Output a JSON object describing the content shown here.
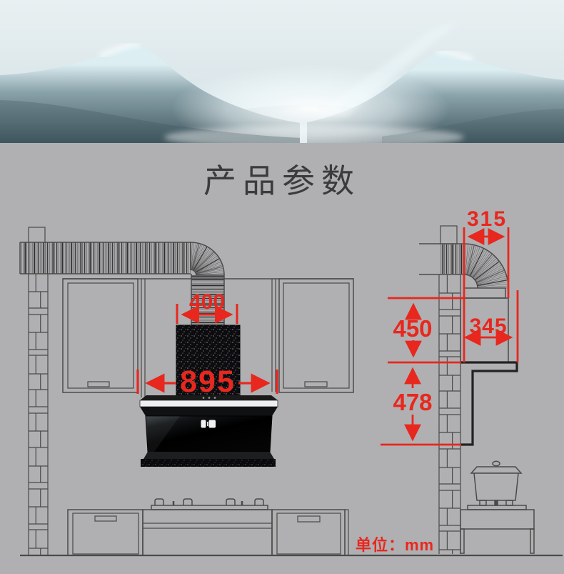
{
  "title": "产品参数",
  "banner": {
    "image_name": "misty-mountain-landscape"
  },
  "colors": {
    "background": "#b0b0b2",
    "accent_red": "#e8271e",
    "line": "#4a4a4a",
    "hood_black": "#0a0a0c"
  },
  "diagram": {
    "unit_label": "单位：mm",
    "dimensions": {
      "duct_width": "400",
      "hood_width": "895",
      "side_top_depth": "315",
      "side_hood_height": "450",
      "side_body_depth": "345",
      "side_clearance": "478"
    }
  }
}
